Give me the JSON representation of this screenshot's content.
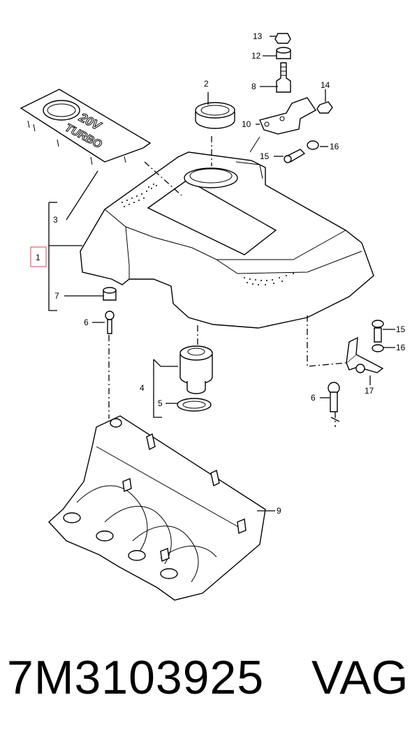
{
  "callouts": {
    "c1": "1",
    "c2": "2",
    "c3": "3",
    "c4": "4",
    "c5": "5",
    "c6a": "6",
    "c6b": "6",
    "c7": "7",
    "c8": "8",
    "c9": "9",
    "c10": "10",
    "c12": "12",
    "c13": "13",
    "c14": "14",
    "c15a": "15",
    "c15b": "15",
    "c16a": "16",
    "c16b": "16",
    "c17": "17"
  },
  "emblem": {
    "line1": "20V",
    "line2": "TURBO"
  },
  "footer": {
    "part_number": "7M3103925",
    "brand": "VAG"
  },
  "colors": {
    "highlight": "#e07a86",
    "ink": "#000000"
  }
}
